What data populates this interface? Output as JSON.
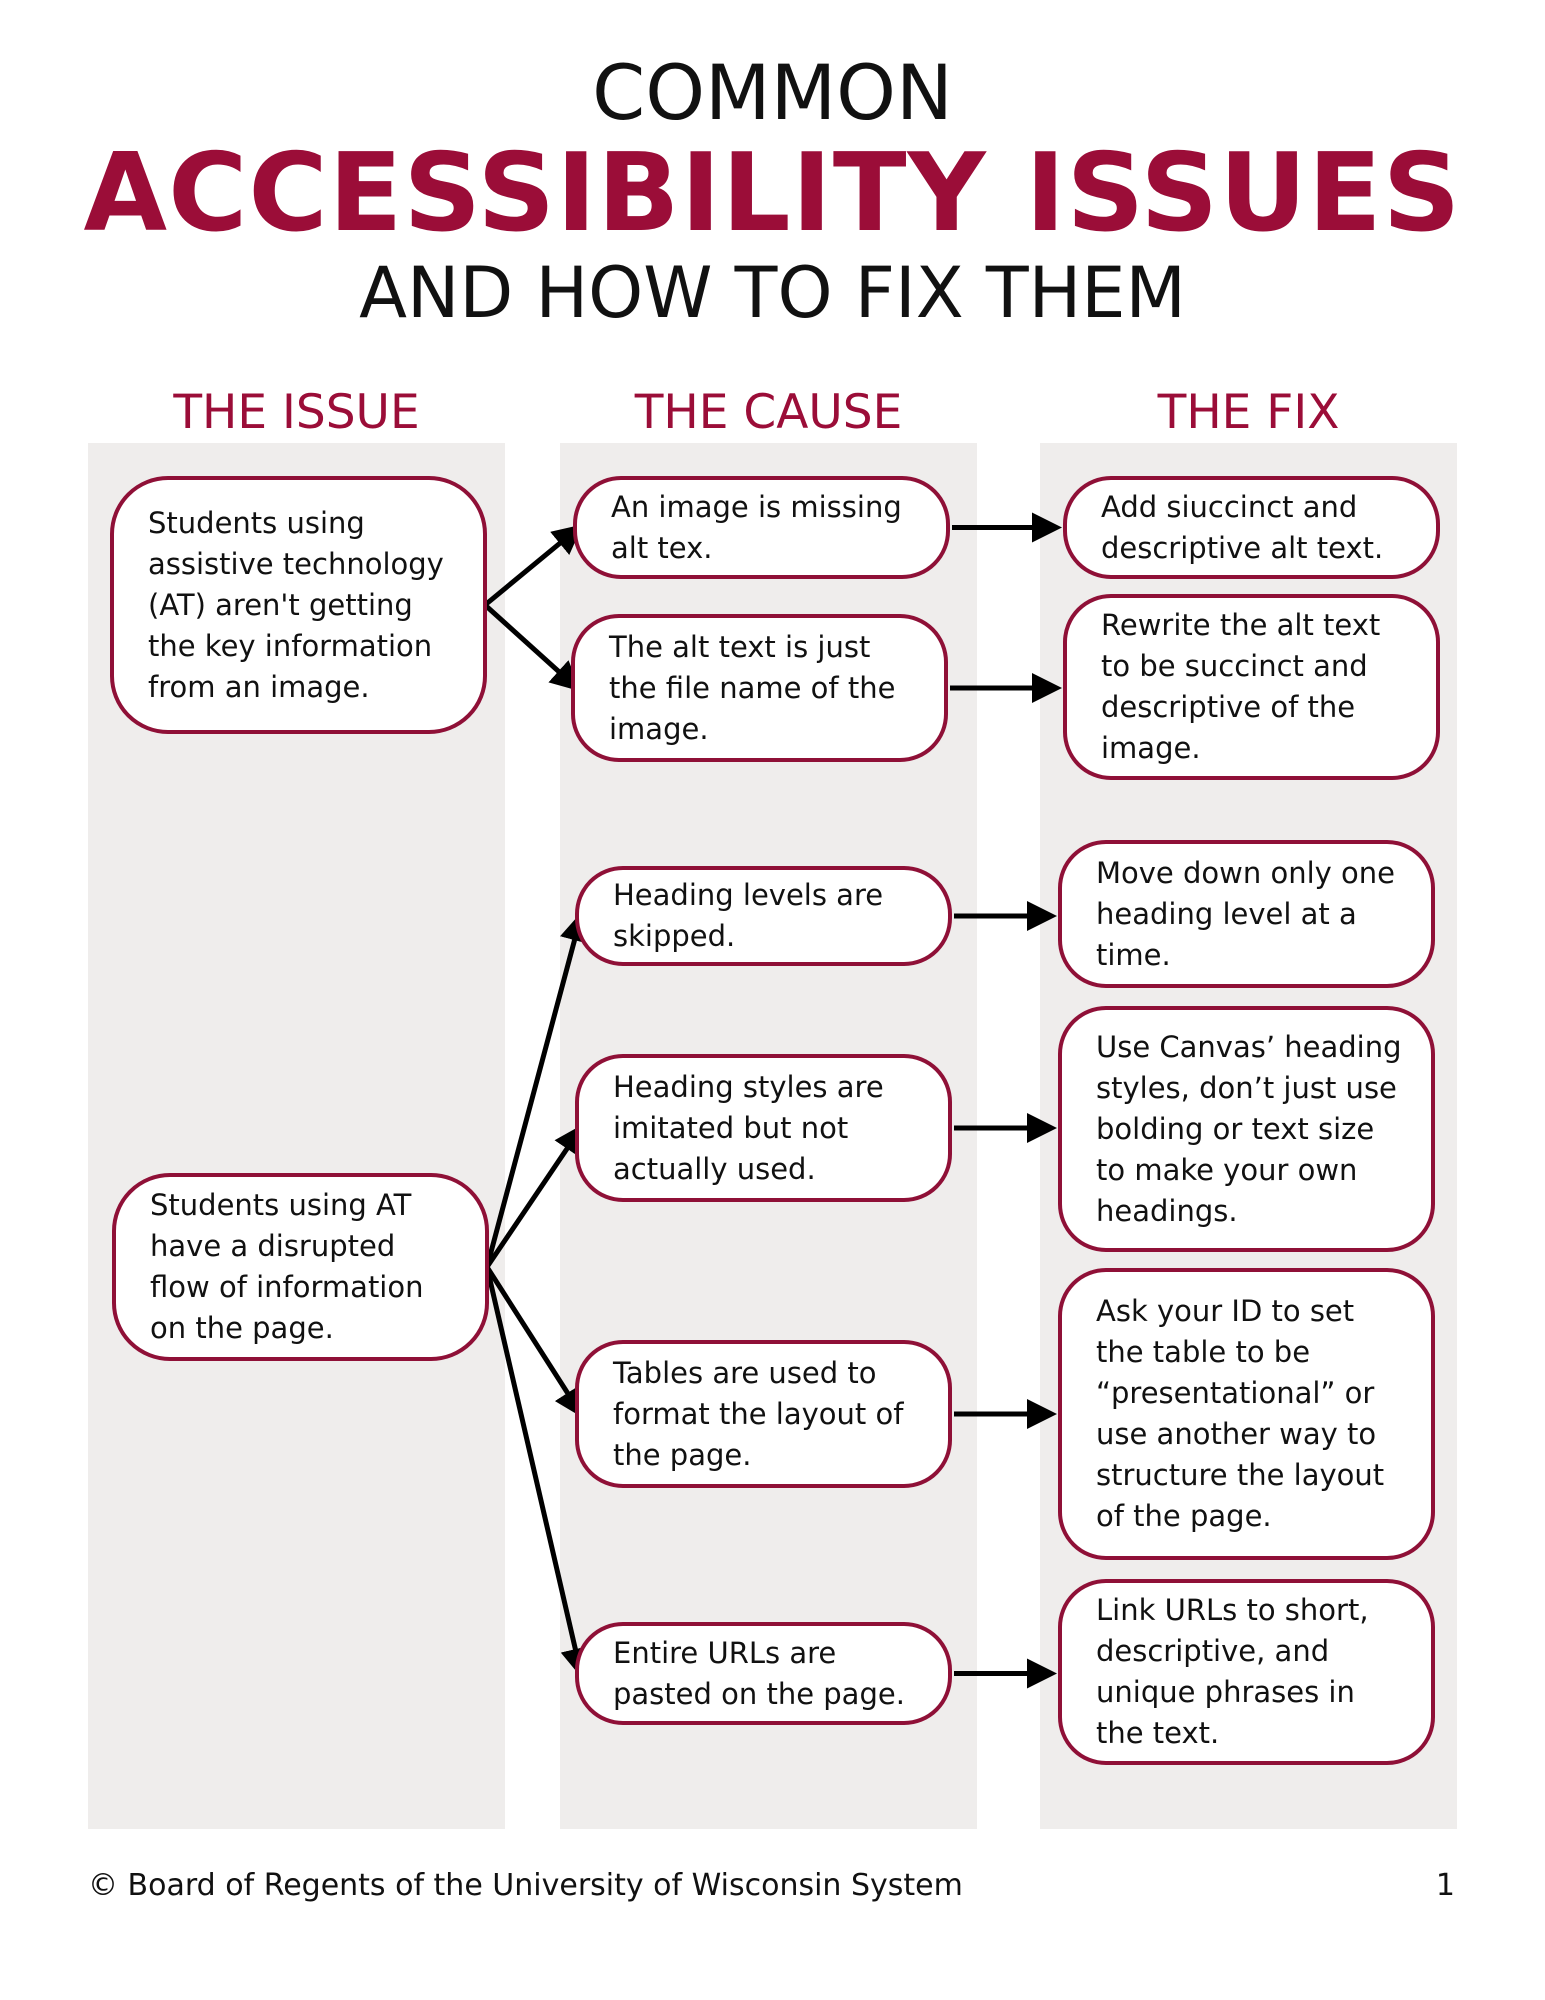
{
  "title": {
    "line1": "COMMON",
    "line2": "ACCESSIBILITY ISSUES",
    "line3": "AND HOW TO FIX THEM"
  },
  "columns": {
    "issue": "THE ISSUE",
    "cause": "THE CAUSE",
    "fix": "THE FIX"
  },
  "issues": [
    "Students using assistive technology (AT) aren't getting the key information from an image.",
    "Students using AT have a disrupted flow of information on the page."
  ],
  "causes": [
    "An image is missing alt tex.",
    "The alt text is just the file name of the image.",
    "Heading levels are skipped.",
    "Heading styles are imitated but not actually used.",
    "Tables are used to format the layout of the page.",
    "Entire URLs are pasted on the page."
  ],
  "fixes": [
    "Add siuccinct and descriptive alt text.",
    "Rewrite the alt text to be succinct and descriptive of the image.",
    "Move down only one heading level at a time.",
    "Use Canvas’ heading styles, don’t just use bolding or text size to make your own headings.",
    "Ask your ID to set the table to be “presentational” or use another way to structure the layout of the page.",
    "Link URLs to short, descriptive, and unique phrases in the text."
  ],
  "links": [
    {
      "from": "issue-1",
      "to": "cause-1"
    },
    {
      "from": "issue-1",
      "to": "cause-2"
    },
    {
      "from": "issue-2",
      "to": "cause-3"
    },
    {
      "from": "issue-2",
      "to": "cause-4"
    },
    {
      "from": "issue-2",
      "to": "cause-5"
    },
    {
      "from": "issue-2",
      "to": "cause-6"
    },
    {
      "from": "cause-1",
      "to": "fix-1"
    },
    {
      "from": "cause-2",
      "to": "fix-2"
    },
    {
      "from": "cause-3",
      "to": "fix-3"
    },
    {
      "from": "cause-4",
      "to": "fix-4"
    },
    {
      "from": "cause-5",
      "to": "fix-5"
    },
    {
      "from": "cause-6",
      "to": "fix-6"
    }
  ],
  "footer": {
    "copyright": "© Board of Regents of the University of Wisconsin System",
    "page": "1"
  },
  "colors": {
    "accent": "#9b0d38",
    "box_border": "#8f1037",
    "column_bg": "#efedec",
    "arrow": "#000000"
  }
}
